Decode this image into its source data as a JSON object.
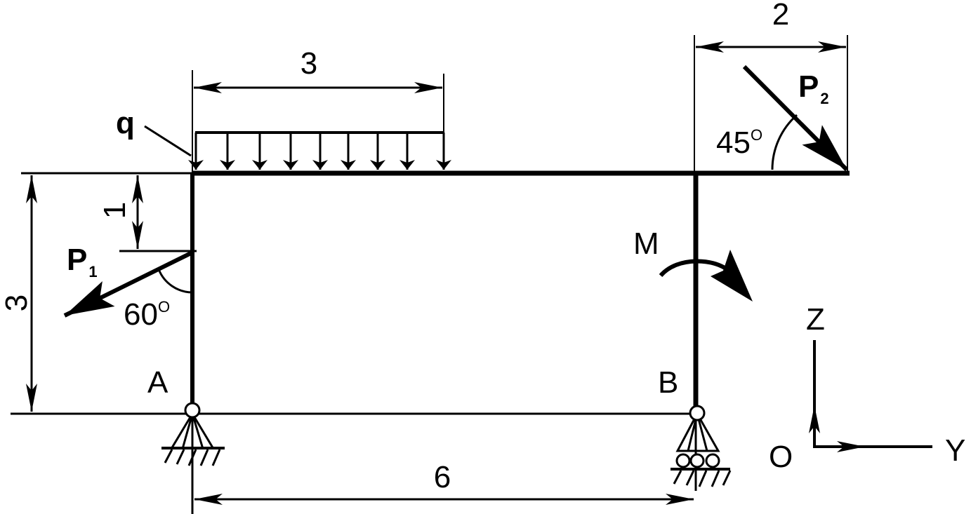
{
  "dimensions": {
    "top_right_width": "2",
    "load_span": "3",
    "p1_offset": "1",
    "frame_height": "3",
    "frame_span": "6"
  },
  "loads": {
    "distributed_load": "q",
    "force_1": {
      "symbol": "P",
      "index": "1",
      "angle": "60",
      "degree_mark": "O"
    },
    "force_2": {
      "symbol": "P",
      "index": "2",
      "angle": "45",
      "degree_mark": "O"
    },
    "moment": "M"
  },
  "supports": {
    "left": "A",
    "right": "B"
  },
  "axes": {
    "origin": "O",
    "vertical": "Z",
    "horizontal": "Y"
  }
}
